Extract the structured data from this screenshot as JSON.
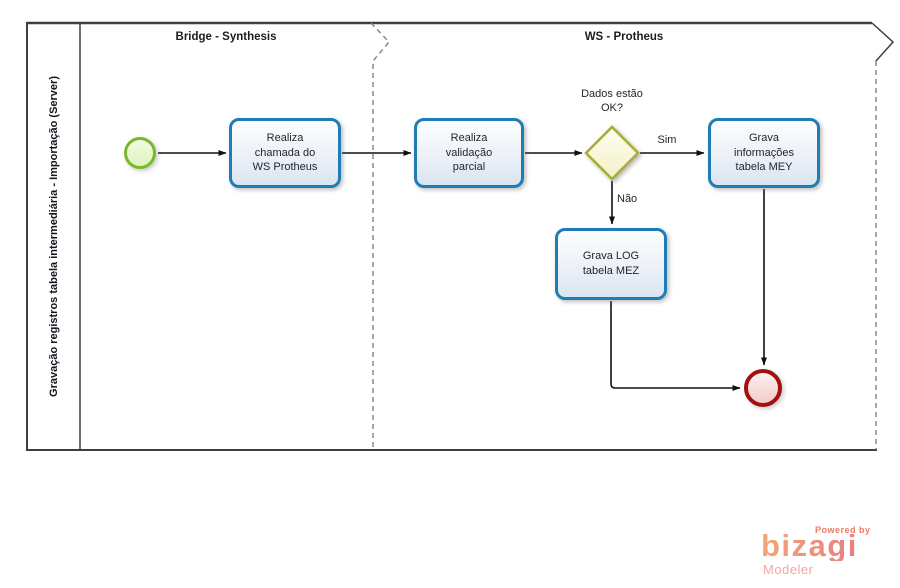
{
  "pool": {
    "label": "Gravação registros tabela intermediária - Importação (Server)"
  },
  "lanes": [
    {
      "id": "bridge-synthesis",
      "label": "Bridge - Synthesis"
    },
    {
      "id": "ws-protheus",
      "label": "WS - Protheus"
    }
  ],
  "nodes": {
    "start_event": {
      "type": "start-event"
    },
    "task_chamada": {
      "label": "Realiza\nchamada do\nWS Protheus"
    },
    "task_validacao": {
      "label": "Realiza\nvalidação\nparcial"
    },
    "gateway": {
      "label": "Dados estão\nOK?"
    },
    "task_grava_mey": {
      "label": "Grava\ninformações\ntabela  MEY"
    },
    "task_grava_mez": {
      "label": "Grava LOG\ntabela  MEZ"
    },
    "end_event": {
      "type": "end-event"
    }
  },
  "connectors": {
    "sim_label": "Sim",
    "nao_label": "Não"
  },
  "branding": {
    "powered_by": "Powered by",
    "logo": "bizagi",
    "product": "Modeler"
  },
  "colors": {
    "task_border": "#1f7cb4",
    "task_fill": "#e9eff7",
    "start_event_border": "#76b92f",
    "start_event_fill": "#ecf8d5",
    "end_event_border": "#a21010",
    "end_event_fill": "#f8dede",
    "gateway_border": "#a9ae37",
    "gateway_fill": "#fbf9dd",
    "pool_border": "#3f3f3f",
    "divider_dash": "#808080",
    "connector": "#111111",
    "logo_orange": "#f2ab76",
    "logo_pink": "#ea7a84",
    "powered_by_color": "#ef7b63"
  }
}
